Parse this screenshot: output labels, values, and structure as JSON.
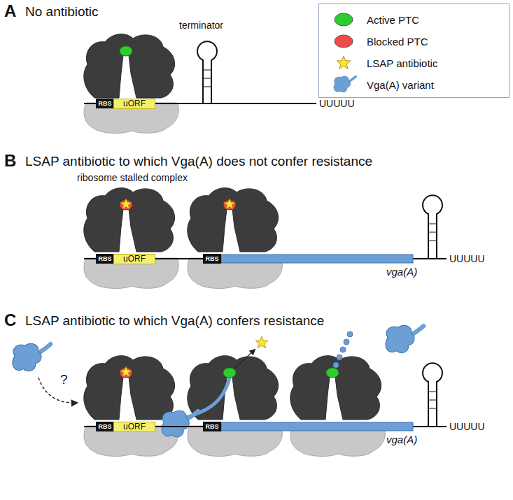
{
  "diagram": {
    "nodes": [
      {
        "text": [
          "RBS"
        ]
      },
      {
        "text": [
          "uORF"
        ]
      },
      {
        "text": [
          "RBS"
        ]
      },
      {
        "text": [
          "uORF"
        ]
      },
      {
        "text": [
          "RBS"
        ]
      },
      {
        "text": [
          "RBS"
        ]
      },
      {
        "text": [
          "uORF"
        ]
      },
      {
        "text": [
          "RBS"
        ]
      }
    ],
    "labels": [
      "A",
      "No antibiotic",
      "terminator",
      "UUUUU",
      "B",
      "LSAP antibiotic to which Vga(A) does not confer resistance",
      "ribosome stalled complex",
      "vga(A)",
      "UUUUU",
      "C",
      "LSAP antibiotic to which Vga(A) confers resistance",
      "?",
      "vga(A)",
      "UUUUU"
    ],
    "legend": [
      {
        "text": "Active PTC",
        "color": "#2ecc2e"
      },
      {
        "text": "Blocked PTC",
        "color": "#ee4b4b"
      },
      {
        "text": "LSAP antibiotic"
      },
      {
        "text": "Vga(A) variant"
      }
    ]
  }
}
